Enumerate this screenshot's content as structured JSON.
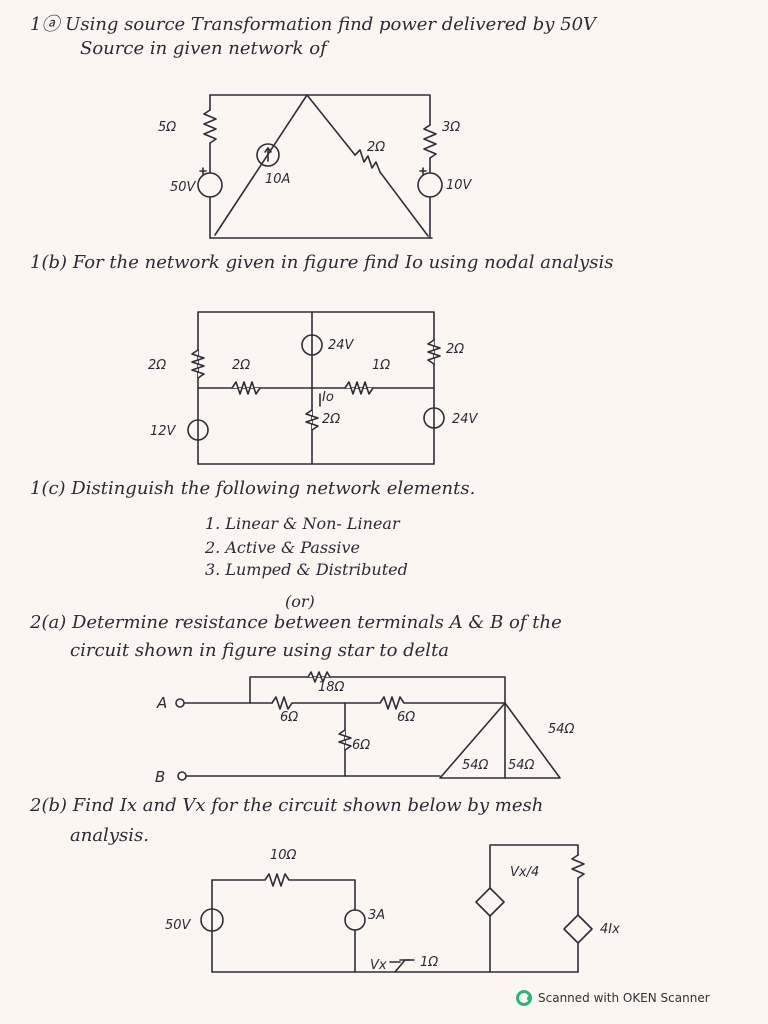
{
  "q1a": {
    "line1": "1ⓐ Using source Transformation find power delivered by 50V",
    "line2": "Source in given network of",
    "r5": "5Ω",
    "r3": "3Ω",
    "r2": "2Ω",
    "src50": "50V",
    "src10a": "10A",
    "src10v": "10V"
  },
  "q1b": {
    "line": "1(b) For the network given in figure find Io using nodal analysis",
    "r2a": "2Ω",
    "r2b": "2Ω",
    "r1": "1Ω",
    "r2c": "2Ω",
    "r2d": "2Ω",
    "v24a": "24V",
    "v24b": "24V",
    "v12": "12V",
    "io": "Io"
  },
  "q1c": {
    "line": "1(c) Distinguish the following network elements.",
    "items": [
      "1. Linear & Non- Linear",
      "2. Active & Passive",
      "3. Lumped & Distributed"
    ]
  },
  "or_text": "(or)",
  "q2a": {
    "line1": "2(a) Determine resistance between terminals A & B of the",
    "line2": "circuit shown in figure using star to delta",
    "r18": "18Ω",
    "r6a": "6Ω",
    "r6b": "6Ω",
    "r6c": "6Ω",
    "r54a": "54Ω",
    "r54b": "54Ω",
    "r54c": "54Ω",
    "ta": "A",
    "tb": "B"
  },
  "q2b": {
    "line1": "2(b) Find Ix and Vx for the circuit shown below by mesh",
    "line2": "analysis.",
    "r10": "10Ω",
    "v50": "50V",
    "i3": "3A",
    "vx": "Vx",
    "r1": "1Ω",
    "vx4": "Vx/4",
    "ix4": "4Ix"
  },
  "footer": {
    "text": "Scanned with OKEN Scanner"
  }
}
